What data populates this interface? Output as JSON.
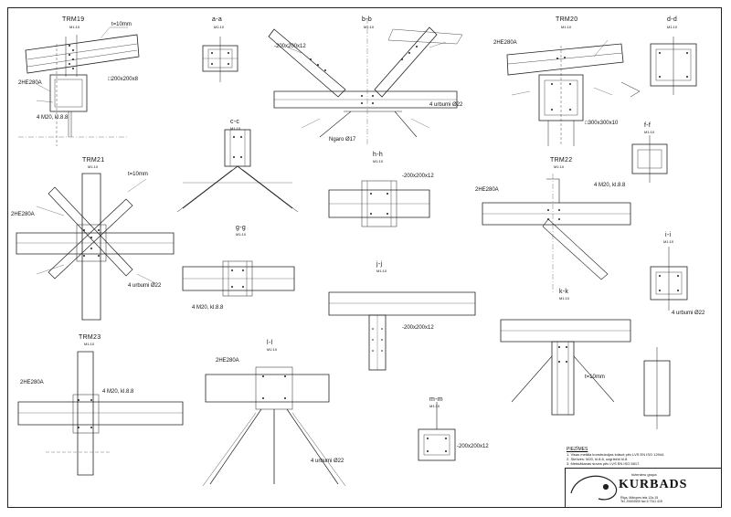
{
  "details": {
    "trm19": {
      "title": "TRM19",
      "scale": "M1:10"
    },
    "aa": {
      "title": "a-a",
      "scale": "M1:10"
    },
    "bb": {
      "title": "b-b",
      "scale": "M1:10"
    },
    "trm20": {
      "title": "TRM20",
      "scale": "M1:10"
    },
    "dd": {
      "title": "d-d",
      "scale": "M1:10"
    },
    "cc": {
      "title": "c-c",
      "scale": "M1:10"
    },
    "ff": {
      "title": "f-f",
      "scale": "M1:10"
    },
    "trm21": {
      "title": "TRM21",
      "scale": "M1:10"
    },
    "hh": {
      "title": "h-h",
      "scale": "M1:10"
    },
    "trm22": {
      "title": "TRM22",
      "scale": "M1:10"
    },
    "gg": {
      "title": "g-g",
      "scale": "M1:10"
    },
    "ii": {
      "title": "i-i",
      "scale": "M1:10"
    },
    "jj": {
      "title": "j-j",
      "scale": "M1:10"
    },
    "kk": {
      "title": "k-k",
      "scale": "M1:10"
    },
    "trm23": {
      "title": "TRM23",
      "scale": "M1:10"
    },
    "ll": {
      "title": "l-l",
      "scale": "M1:10"
    },
    "mm": {
      "title": "m-m",
      "scale": "M1:10"
    }
  },
  "labels": {
    "ribs": "t=10mm",
    "bolts": "4 M20, kl.8.8",
    "plate": "-200x200x12",
    "weld": "4 urbumi Ø22",
    "shs": "□200x200x8",
    "cap": "□300x300x10",
    "hea": "2HE280A",
    "nut": "Ngaro Ø17"
  },
  "notes": {
    "head": "PIEZĪMES",
    "items": [
      "1. Visas metāla konstrukcijas krāsot pēc LVS EN ISO 12944.",
      "2. Skrūves: M20, kl.8.8, uzgriežņi kl.8.",
      "3. Metināšanas šuves pēc LVS EN ISO 5817."
    ]
  },
  "titleblock": {
    "company": "inženieru grupa",
    "brand": "KURBADS",
    "addr1": "Rīga, Mārupes iela 12a-15",
    "addr2": "Tel. 29400500 fax 6 7311 415"
  },
  "colors": {
    "line": "#222222",
    "thin": "#555555",
    "hatch": "#888888"
  }
}
